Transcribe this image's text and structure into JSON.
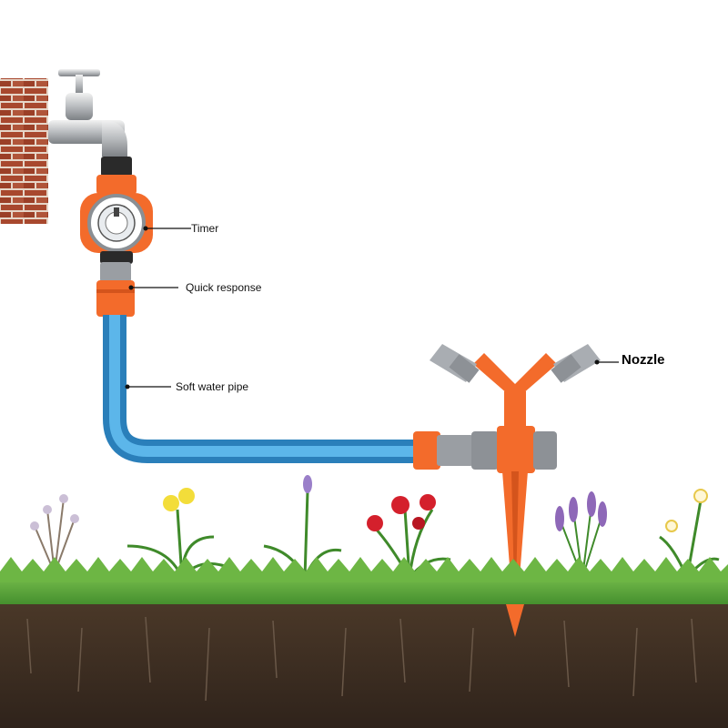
{
  "labels": {
    "timer": "Timer",
    "quick_response": "Quick response",
    "soft_water_pipe": "Soft water pipe",
    "nozzle": "Nozzle"
  },
  "colors": {
    "pipe": "#4aa6dd",
    "fitting_orange": "#f36b2b",
    "fitting_grey": "#9a9ea3",
    "brick": "#a8482e",
    "grass": "#56a33a",
    "soil": "#3b2c22"
  }
}
